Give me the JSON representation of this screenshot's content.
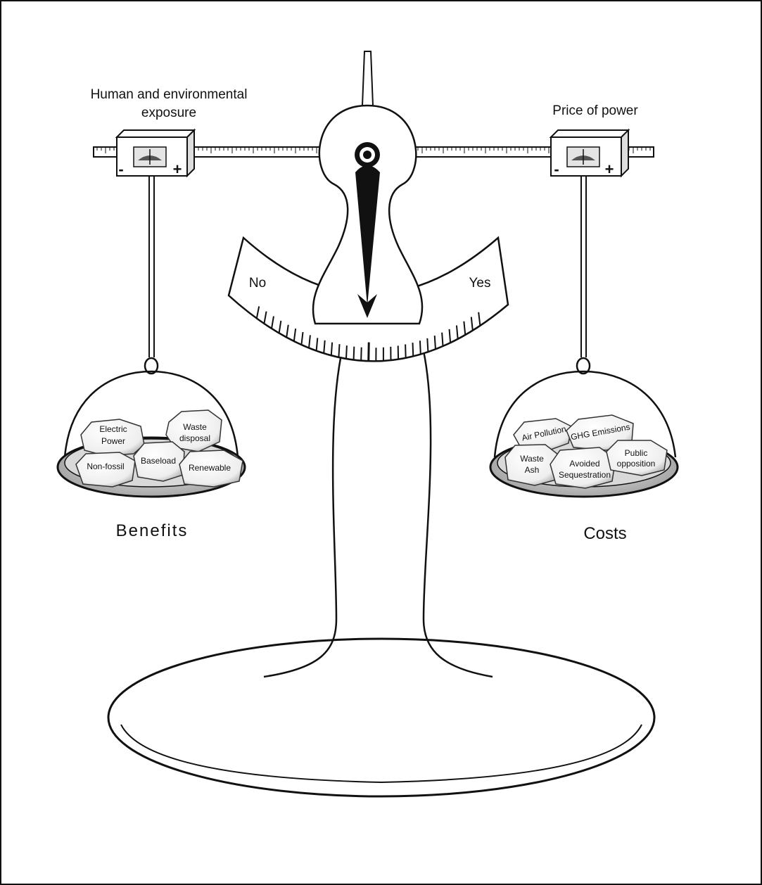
{
  "labels": {
    "left_slider_line1": "Human and environmental",
    "left_slider_line2": "exposure",
    "right_slider": "Price of power",
    "dial_no": "No",
    "dial_yes": "Yes",
    "benefits": "Benefits",
    "costs": "Costs",
    "minus": "-",
    "plus": "+"
  },
  "benefits_items": [
    [
      "Electric",
      "Power"
    ],
    [
      "Waste",
      "disposal"
    ],
    [
      "Non-fossil"
    ],
    [
      "Baseload"
    ],
    [
      "Renewable"
    ]
  ],
  "costs_items": [
    [
      "Air Pollution"
    ],
    [
      "GHG Emissions"
    ],
    [
      "Waste",
      "Ash"
    ],
    [
      "Avoided",
      "Sequestration"
    ],
    [
      "Public",
      "opposition"
    ]
  ],
  "colors": {
    "stroke": "#111111",
    "background": "#ffffff",
    "rock": "#f2f2f2",
    "pan_fill": "#d8d8d8"
  }
}
